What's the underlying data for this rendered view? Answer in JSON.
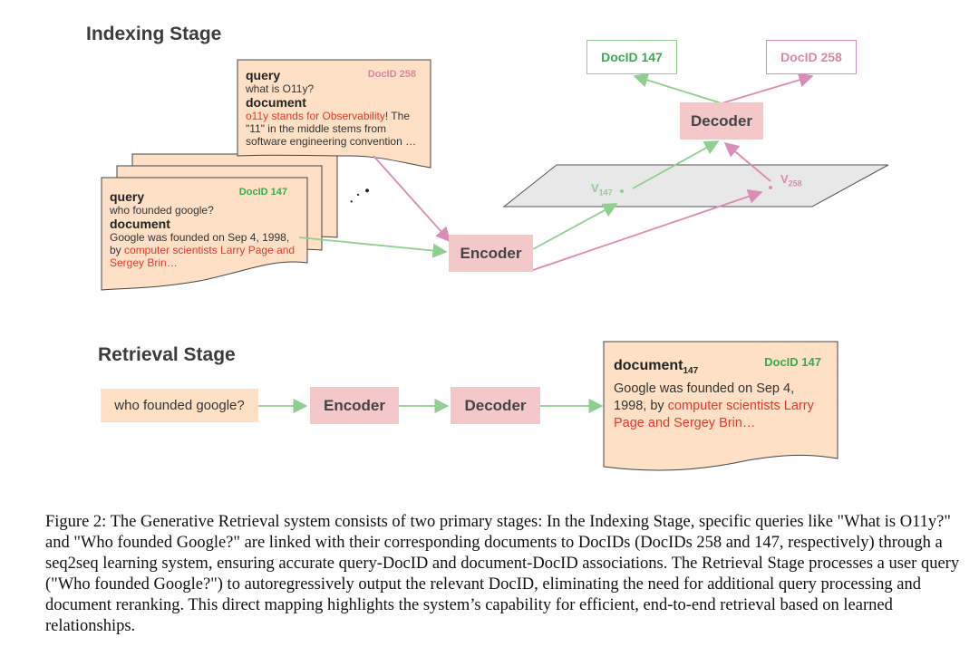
{
  "indexing": {
    "title": "Indexing Stage",
    "card258": {
      "docid": "DocID 258",
      "query_label": "query",
      "query": "what is O11y?",
      "document_label": "document",
      "doc_red": "o11y stands for Observability",
      "doc_rest1": "! The",
      "doc_line2": "\"11\" in the middle stems from",
      "doc_line3": "software engineering convention …"
    },
    "card147": {
      "docid": "DocID 147",
      "query_label": "query",
      "query": "who founded google?",
      "document_label": "document",
      "doc_line1": "Google was founded on Sep 4, 1998,",
      "doc_line2a": "by ",
      "doc_line2_red": "computer scientists Larry Page and",
      "doc_line3_red": "Sergey Brin…"
    },
    "ellipsis": ". · •",
    "encoder": "Encoder",
    "decoder": "Decoder",
    "out147": "DocID 147",
    "out258": "DocID 258",
    "v147": "V",
    "v147_sub": "147",
    "v258": "V",
    "v258_sub": "258"
  },
  "retrieval": {
    "title": "Retrieval Stage",
    "query": "who founded google?",
    "encoder": "Encoder",
    "decoder": "Decoder",
    "doc": {
      "title": "document",
      "title_sub": "147",
      "docid": "DocID 147",
      "line1": "Google was founded on Sep 4,",
      "line2a": "1998, by ",
      "line2_red": "computer scientists Larry",
      "line3_red": "Page and Sergey Brin…"
    }
  },
  "caption": "Figure 2: The Generative Retrieval system consists of two primary stages: In the Indexing Stage, specific queries like \"What is O11y?\" and \"Who founded Google?\" are linked with their corresponding documents to DocIDs (DocIDs 258 and 147, respectively) through a seq2seq learning system, ensuring accurate query-DocID and document-DocID associations. The Retrieval Stage processes a user query (\"Who founded Google?\") to autoregressively output the relevant DocID, eliminating the need for additional query processing and document reranking. This direct mapping highlights the system’s capability for efficient, end-to-end retrieval based on learned relationships.",
  "colors": {
    "green": "#8fcf8f",
    "pink": "#d98cb5",
    "docid_green": "#3aa94f",
    "docid_pink": "#d9899b",
    "card_bg": "#fde0c6",
    "encoder_bg": "#f4c7c9",
    "plane": "#e8e8e8"
  }
}
